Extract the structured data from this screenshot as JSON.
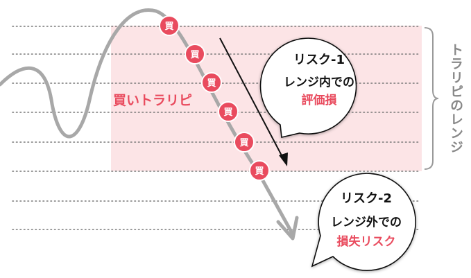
{
  "buy_label": "買いトラリピ",
  "buy_marker_char": "買",
  "buy_markers_count": 6,
  "range_label": "トラリピのレンジ",
  "risk1": {
    "title": "リスク-1",
    "line1": "レンジ内での",
    "line2": "評価損"
  },
  "risk2": {
    "title": "リスク-2",
    "line1": "レンジ外での",
    "line2": "損失リスク"
  },
  "colors": {
    "range_fill": "#fce4e6",
    "accent_red": "#e94b5e",
    "price_line": "#a8a8a8",
    "grid_dot": "#777777",
    "bracket": "#9a9a9a",
    "arrow": "#111111",
    "text_dark": "#111111"
  }
}
